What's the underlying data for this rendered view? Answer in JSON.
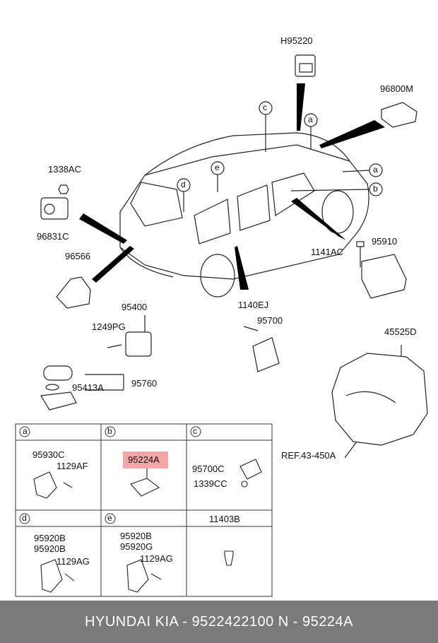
{
  "labels": {
    "h95220": "H95220",
    "p96800m": "96800M",
    "p1338ac": "1338AC",
    "p96831c": "96831C",
    "p96566": "96566",
    "p95910": "95910",
    "p1141ac": "1141AC",
    "p95400": "95400",
    "p1249pg": "1249PG",
    "p1140ej": "1140EJ",
    "p95700": "95700",
    "p95760": "95760",
    "p95413a": "95413A",
    "p45525d": "45525D",
    "ref": "REF.43-450A"
  },
  "callouts": [
    "c",
    "a",
    "a",
    "b",
    "d",
    "e"
  ],
  "table": {
    "headers": [
      "a",
      "b",
      "c",
      "d",
      "e",
      "11403B"
    ],
    "cell_a": [
      "95930C",
      "1129AF"
    ],
    "cell_b": [
      "95224A"
    ],
    "cell_c": [
      "95700C",
      "1339CC"
    ],
    "cell_d": [
      "95920B",
      "95920B",
      "1129AG"
    ],
    "cell_e": [
      "95920B",
      "95920G",
      "1129AG"
    ]
  },
  "footer": "HYUNDAI  KIA - 9522422100     N - 95224A",
  "colors": {
    "highlight": "#f3a6a6",
    "footer_bg": "#7a7a7a"
  }
}
